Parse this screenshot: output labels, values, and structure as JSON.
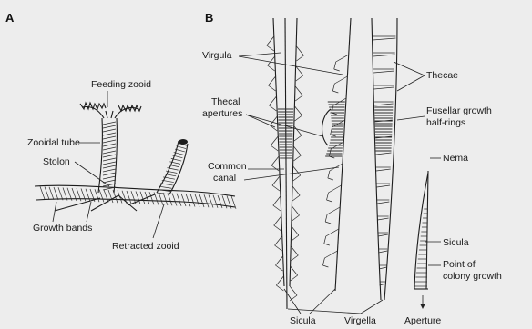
{
  "panels": {
    "a": "A",
    "b": "B"
  },
  "labels_a": {
    "feeding_zooid": "Feeding zooid",
    "zooidal_tube": "Zooidal tube",
    "stolon": "Stolon",
    "growth_bands": "Growth bands",
    "retracted_zooid": "Retracted zooid"
  },
  "labels_b": {
    "virgula": "Virgula",
    "thecal_apertures_1": "Thecal",
    "thecal_apertures_2": "apertures",
    "common_canal_1": "Common",
    "common_canal_2": "canal",
    "thecae": "Thecae",
    "fusellar_1": "Fusellar growth",
    "fusellar_2": "half-rings",
    "nema": "Nema",
    "sicula_right": "Sicula",
    "point_1": "Point of",
    "point_2": "colony growth",
    "aperture": "Aperture",
    "sicula_bottom": "Sicula",
    "virgella": "Virgella"
  },
  "colors": {
    "background": "#ededed",
    "ink": "#1c1c1c"
  }
}
